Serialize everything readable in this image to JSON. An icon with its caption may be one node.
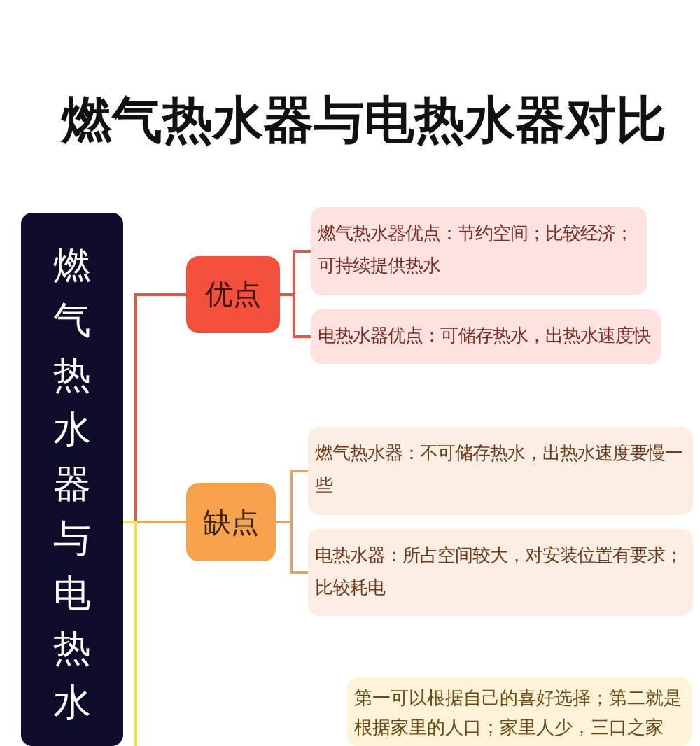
{
  "diagram": {
    "title": "燃气热水器与电热水器对比",
    "nodes": [
      {
        "text": [
          "燃气热水器与电热水"
        ]
      },
      {
        "text": [
          "优点"
        ]
      },
      {
        "text": [
          "燃气热水器优点：节约空间；比较经济；可持续提供热水"
        ]
      },
      {
        "text": [
          "电热水器优点：可储存热水，出热水速度快"
        ]
      },
      {
        "text": [
          "缺点"
        ]
      },
      {
        "text": [
          "燃气热水器：不可储存热水，出热水速度要慢一些"
        ]
      },
      {
        "text": [
          "电热水器：所占空间较大，对安装位置有要求；比较耗电"
        ]
      },
      {
        "text": [
          "第一可以根据自己的喜好选择；第二就是根据家里的人口；家里人少，三口之家"
        ]
      }
    ],
    "edges": [
      {
        "from": 0,
        "to": 1,
        "arrow": "none",
        "color": "#e2574c"
      },
      {
        "from": 0,
        "to": 4,
        "arrow": "none",
        "color": "#f2a548"
      },
      {
        "from": 0,
        "to": null,
        "arrow": "none",
        "color": "#f3e24a"
      },
      {
        "from": 1,
        "to": 2,
        "arrow": "none",
        "color": "#e2574c"
      },
      {
        "from": 1,
        "to": 3,
        "arrow": "none",
        "color": "#e2574c"
      },
      {
        "from": 4,
        "to": 5,
        "arrow": "none",
        "color": "#dba46e"
      },
      {
        "from": 4,
        "to": 6,
        "arrow": "none",
        "color": "#dba46e"
      }
    ]
  }
}
